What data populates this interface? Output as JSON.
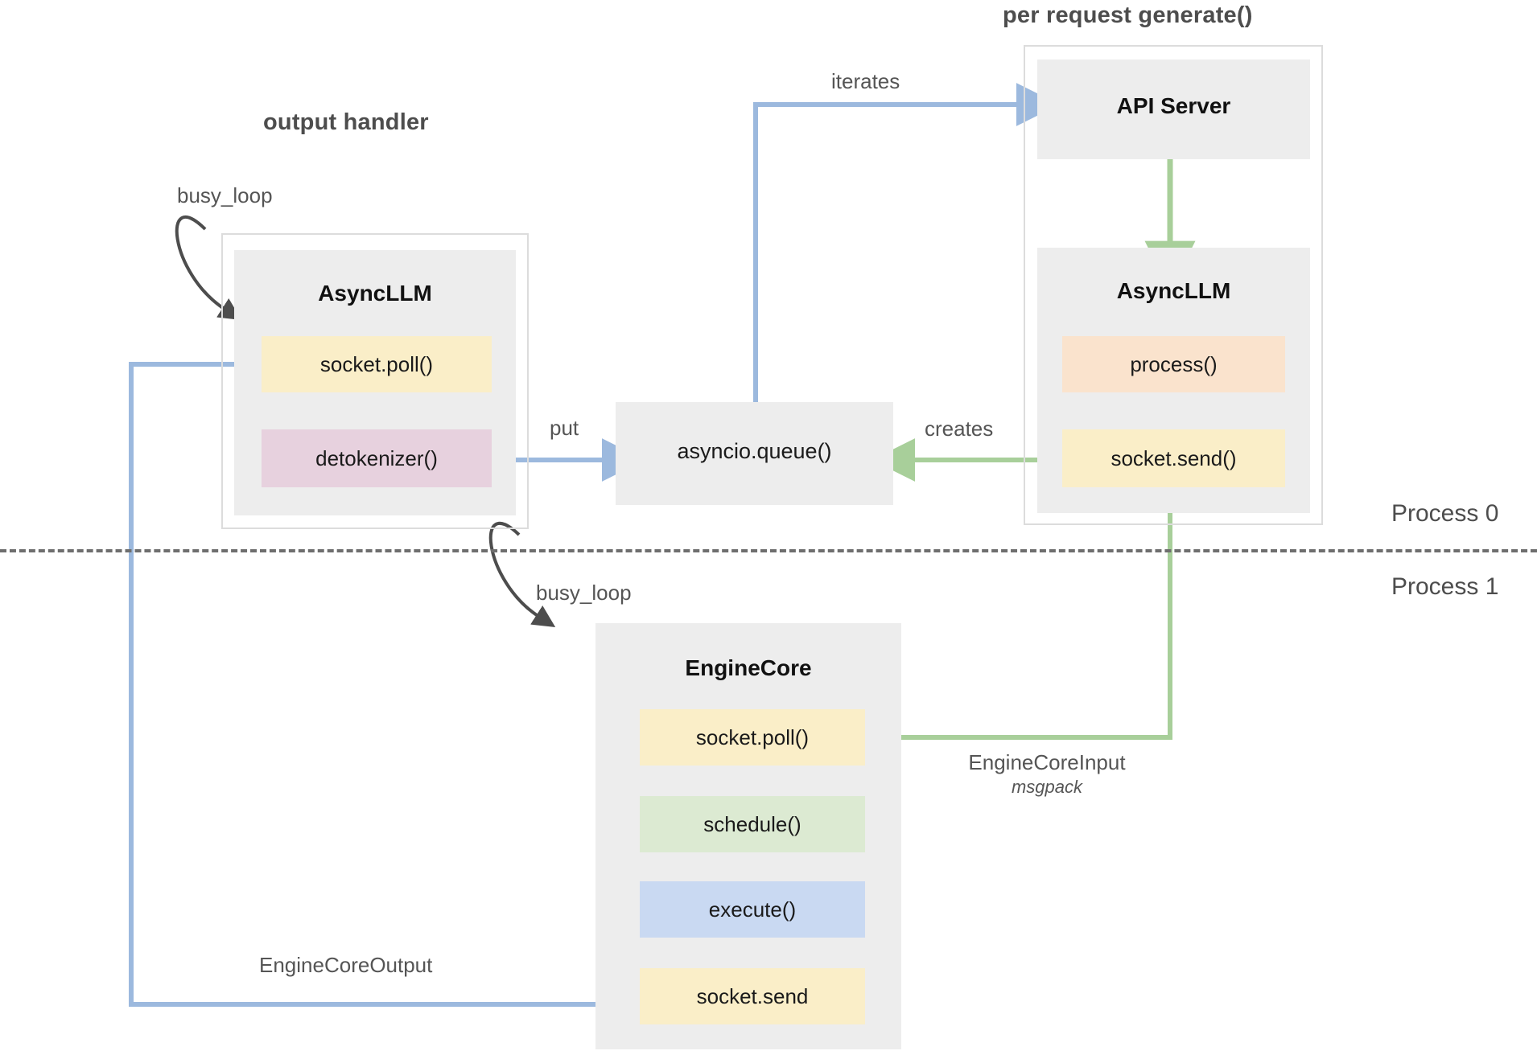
{
  "diagram": {
    "title_output_handler": "output handler",
    "title_per_request": "per request generate()",
    "process_labels": {
      "top": "Process 0",
      "bottom": "Process 1"
    }
  },
  "output_handler": {
    "loop_label": "busy_loop",
    "box_title": "AsyncLLM",
    "chips": [
      {
        "label": "socket.poll()",
        "color": "#faeec8"
      },
      {
        "label": "detokenizer()",
        "color": "#e7d1de"
      }
    ]
  },
  "queue": {
    "label": "asyncio.queue()"
  },
  "per_request": {
    "api_server_title": "API Server",
    "async_llm_title": "AsyncLLM",
    "chips": [
      {
        "label": "process()",
        "color": "#fae3cd"
      },
      {
        "label": "socket.send()",
        "color": "#faeec8"
      }
    ]
  },
  "engine_core": {
    "loop_label": "busy_loop",
    "box_title": "EngineCore",
    "chips": [
      {
        "label": "socket.poll()",
        "color": "#faeec8"
      },
      {
        "label": "schedule()",
        "color": "#dcead2"
      },
      {
        "label": "execute()",
        "color": "#c9d9f2"
      },
      {
        "label": "socket.send",
        "color": "#faeec8"
      }
    ]
  },
  "edges": {
    "iterates": "iterates",
    "put": "put",
    "creates": "creates",
    "engine_core_input": "EngineCoreInput",
    "engine_core_input_format": "msgpack",
    "engine_core_output": "EngineCoreOutput"
  },
  "colors": {
    "arrow_blue": "#9cb9de",
    "arrow_green": "#a8cf9a",
    "arrow_dark": "#4d4d4d",
    "box_grey": "#ededed",
    "frame_grey": "#dcdcdc"
  }
}
